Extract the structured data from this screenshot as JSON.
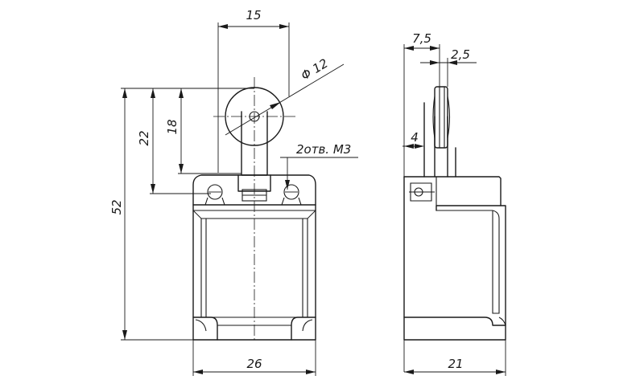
{
  "front_view": {
    "dim_top_width": "15",
    "dim_roller_diameter": "Φ 12",
    "dim_total_height": "52",
    "dim_height_22": "22",
    "dim_height_18": "18",
    "dim_body_width": "26",
    "note_holes": "2отв. М3"
  },
  "side_view": {
    "dim_offset": "7,5",
    "dim_roller_thickness": "2,5",
    "dim_lever_offset": "4",
    "dim_body_depth": "21"
  }
}
